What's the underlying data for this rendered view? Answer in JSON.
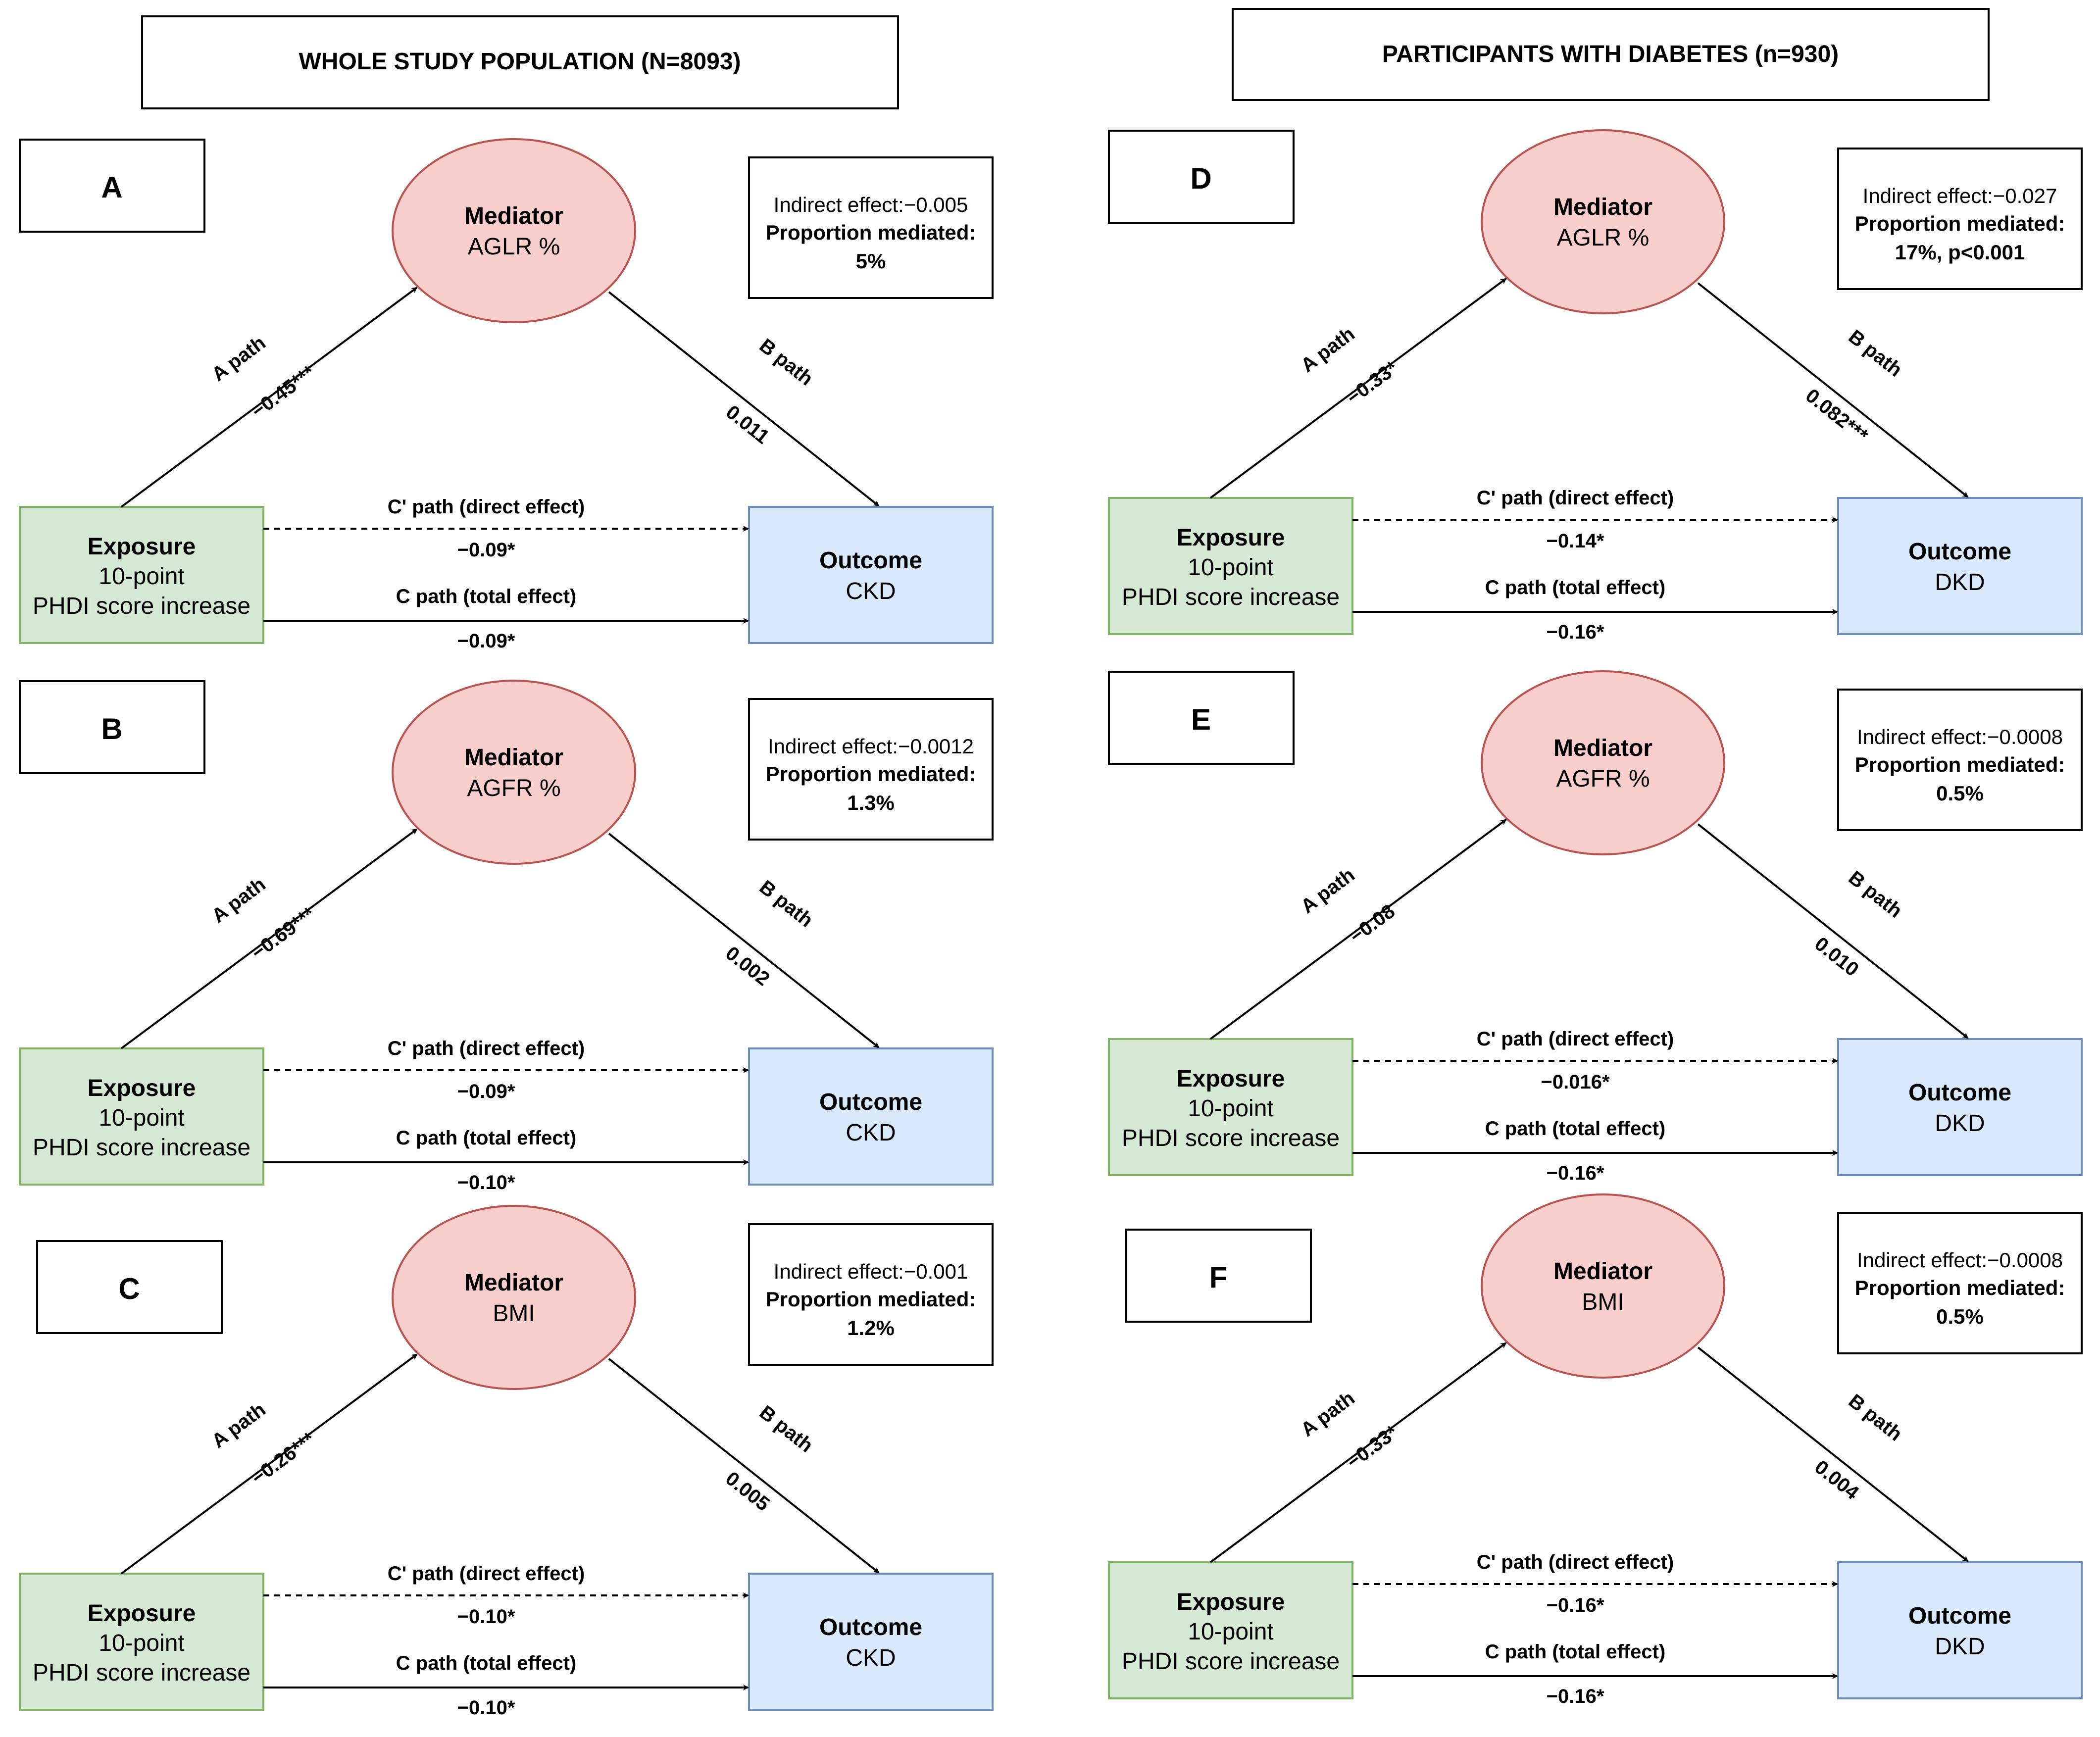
{
  "headers": [
    {
      "text": "WHOLE STUDY POPULATION (N=8093)"
    },
    {
      "text": "PARTICIPANTS WITH DIABETES (n=930)"
    }
  ],
  "panels": [
    {
      "letter": "A",
      "mediator": {
        "title": "Mediator",
        "name": "AGLR %"
      },
      "exposure": {
        "title": "Exposure",
        "line1": "10-point",
        "line2": "PHDI score increase"
      },
      "outcome": {
        "title": "Outcome",
        "name": "CKD"
      },
      "indirect": {
        "effect": "Indirect effect:−0.005",
        "proportion_label": "Proportion mediated:",
        "proportion": "5%"
      },
      "a_path": {
        "label": "A path",
        "coef": "−0.45***"
      },
      "b_path": {
        "label": "B path",
        "coef": "0.011"
      },
      "c_prime": {
        "label": "C' path (direct effect)",
        "coef": "−0.09*"
      },
      "c_total": {
        "label": "C path (total effect)",
        "coef": "−0.09*"
      }
    },
    {
      "letter": "B",
      "mediator": {
        "title": "Mediator",
        "name": "AGFR %"
      },
      "exposure": {
        "title": "Exposure",
        "line1": "10-point",
        "line2": "PHDI score increase"
      },
      "outcome": {
        "title": "Outcome",
        "name": "CKD"
      },
      "indirect": {
        "effect": "Indirect effect:−0.0012",
        "proportion_label": "Proportion mediated:",
        "proportion": "1.3%"
      },
      "a_path": {
        "label": "A path",
        "coef": "−0.69***"
      },
      "b_path": {
        "label": "B path",
        "coef": "0.002"
      },
      "c_prime": {
        "label": "C' path (direct effect)",
        "coef": "−0.09*"
      },
      "c_total": {
        "label": "C path (total effect)",
        "coef": "−0.10*"
      }
    },
    {
      "letter": "C",
      "mediator": {
        "title": "Mediator",
        "name": "BMI"
      },
      "exposure": {
        "title": "Exposure",
        "line1": "10-point",
        "line2": "PHDI score increase"
      },
      "outcome": {
        "title": "Outcome",
        "name": "CKD"
      },
      "indirect": {
        "effect": "Indirect effect:−0.001",
        "proportion_label": "Proportion mediated:",
        "proportion": "1.2%"
      },
      "a_path": {
        "label": "A path",
        "coef": "−0.26***"
      },
      "b_path": {
        "label": "B path",
        "coef": "0.005"
      },
      "c_prime": {
        "label": "C' path (direct effect)",
        "coef": "−0.10*"
      },
      "c_total": {
        "label": "C path (total effect)",
        "coef": "−0.10*"
      }
    },
    {
      "letter": "D",
      "mediator": {
        "title": "Mediator",
        "name": "AGLR %"
      },
      "exposure": {
        "title": "Exposure",
        "line1": "10-point",
        "line2": "PHDI score increase"
      },
      "outcome": {
        "title": "Outcome",
        "name": "DKD"
      },
      "indirect": {
        "effect": "Indirect effect:−0.027",
        "proportion_label": "Proportion mediated:",
        "proportion": "17%, p<0.001"
      },
      "a_path": {
        "label": "A path",
        "coef": "−0.33*"
      },
      "b_path": {
        "label": "B path",
        "coef": "0.082***"
      },
      "c_prime": {
        "label": "C' path (direct effect)",
        "coef": "−0.14*"
      },
      "c_total": {
        "label": "C path (total effect)",
        "coef": "−0.16*"
      }
    },
    {
      "letter": "E",
      "mediator": {
        "title": "Mediator",
        "name": "AGFR %"
      },
      "exposure": {
        "title": "Exposure",
        "line1": "10-point",
        "line2": "PHDI score increase"
      },
      "outcome": {
        "title": "Outcome",
        "name": "DKD"
      },
      "indirect": {
        "effect": "Indirect effect:−0.0008",
        "proportion_label": "Proportion mediated:",
        "proportion": "0.5%"
      },
      "a_path": {
        "label": "A path",
        "coef": "−0.08"
      },
      "b_path": {
        "label": "B path",
        "coef": "0.010"
      },
      "c_prime": {
        "label": "C' path (direct effect)",
        "coef": "−0.016*"
      },
      "c_total": {
        "label": "C path (total effect)",
        "coef": "−0.16*"
      }
    },
    {
      "letter": "F",
      "mediator": {
        "title": "Mediator",
        "name": "BMI"
      },
      "exposure": {
        "title": "Exposure",
        "line1": "10-point",
        "line2": "PHDI score increase"
      },
      "outcome": {
        "title": "Outcome",
        "name": "DKD"
      },
      "indirect": {
        "effect": "Indirect effect:−0.0008",
        "proportion_label": "Proportion mediated:",
        "proportion": "0.5%"
      },
      "a_path": {
        "label": "A path",
        "coef": "−0.33*"
      },
      "b_path": {
        "label": "B path",
        "coef": "0.004"
      },
      "c_prime": {
        "label": "C' path (direct effect)",
        "coef": "−0.16*"
      },
      "c_total": {
        "label": "C path (total effect)",
        "coef": "−0.16*"
      }
    }
  ],
  "colors": {
    "mediator_fill": "#F8CECC",
    "mediator_stroke": "#B85450",
    "exposure_fill": "#D5E8D4",
    "exposure_stroke": "#82B366",
    "outcome_fill": "#DAE8FC",
    "outcome_stroke": "#6C8EBF"
  }
}
